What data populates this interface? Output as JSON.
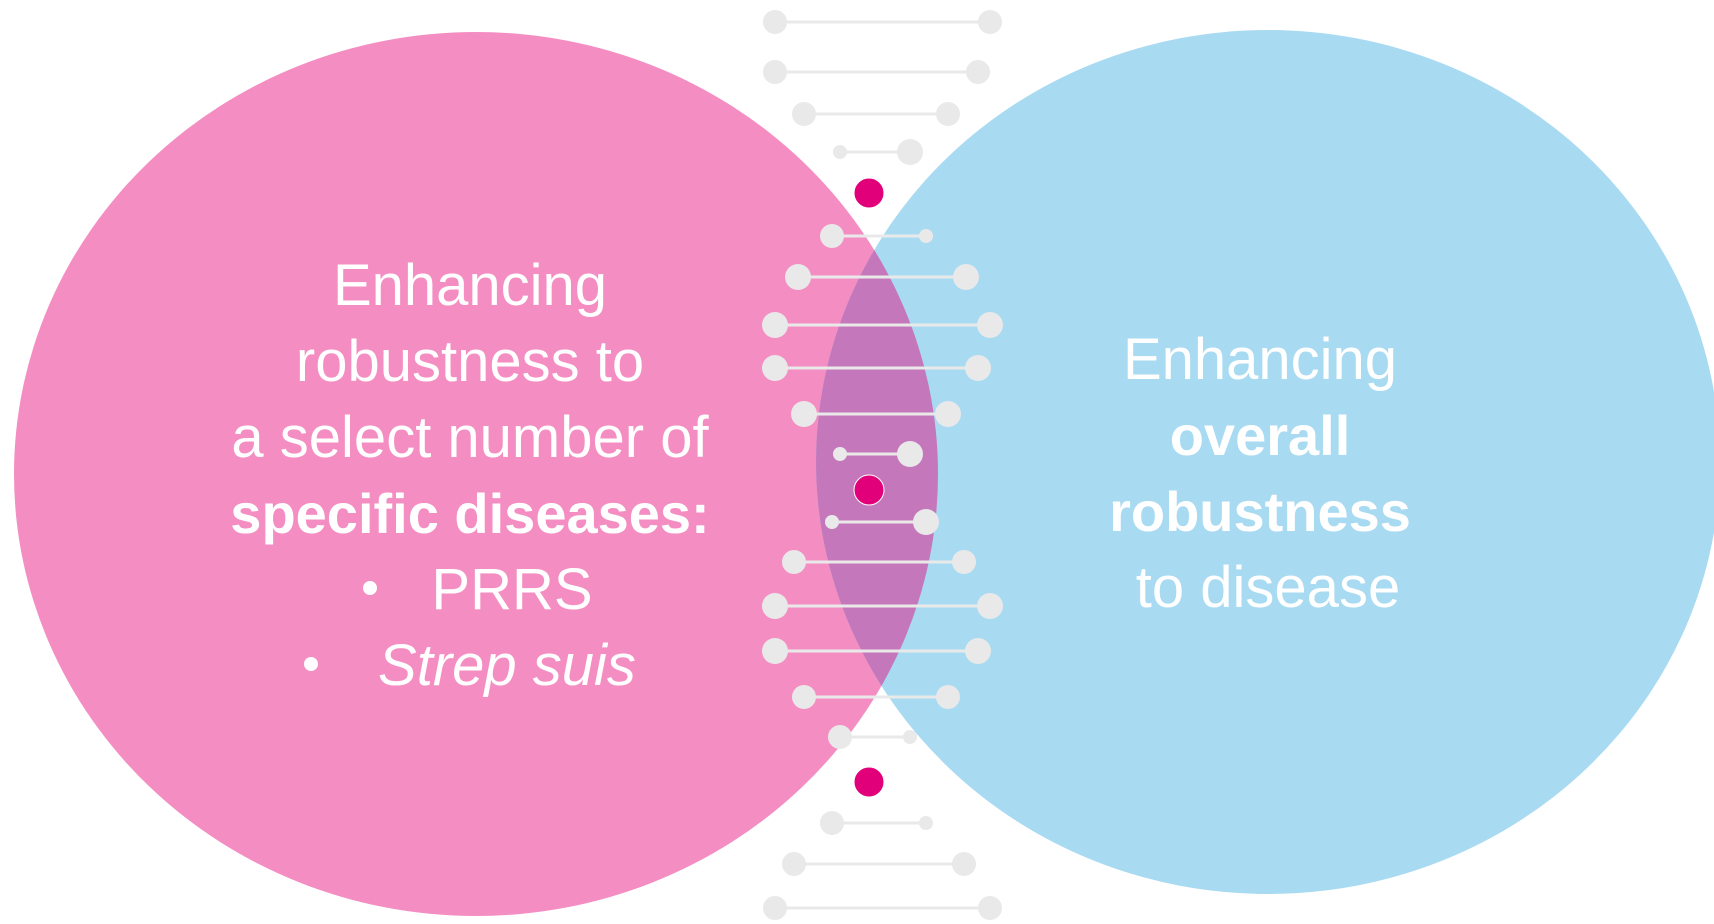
{
  "left_circle": {
    "lines": [
      "Enhancing",
      "robustness to",
      "a select number of"
    ],
    "bold_line": "specific diseases:",
    "bullets": [
      "PRRS",
      "Strep suis"
    ]
  },
  "right_circle": {
    "line1": "Enhancing",
    "bold_lines": [
      "overall",
      "robustness"
    ],
    "line_last": "to disease"
  },
  "colors": {
    "pink_circle": "#f48ec2",
    "blue_circle": "#a8daf2",
    "overlap": "#c577bb",
    "dna_gray": "#e9e9ea",
    "accent_magenta": "#e2007a"
  },
  "icons": [
    "dna-strand-icon",
    "bullet-icon"
  ]
}
